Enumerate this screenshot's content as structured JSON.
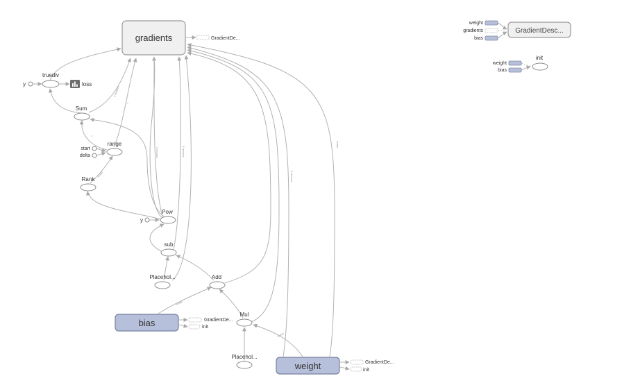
{
  "main_graph": {
    "gradients": "gradients",
    "gradients_ref": "GradientDe...",
    "truediv": "truediv",
    "truediv_input": "y",
    "loss": "loss",
    "sum": "Sum",
    "range": "range",
    "start": "start",
    "delta": "delta",
    "rank": "Rank",
    "pow": "Pow",
    "pow_input": "y",
    "sub": "sub",
    "placeholder_1": "Placehol...",
    "add": "Add",
    "bias": "bias",
    "bias_ref_1": "GradientDe...",
    "bias_ref_2": "init",
    "mul": "Mul",
    "placeholder_2": "Placehol...",
    "weight": "weight",
    "weight_ref_1": "GradientDe...",
    "weight_ref_2": "init"
  },
  "edge_labels": {
    "truediv_grad": "2 tensors",
    "range_grad": "?",
    "sum_range": "?",
    "rank_range": "scalar",
    "pow_grad": "2 tensors",
    "sub_grad": "3 tensors",
    "add_grad": "2 tensors",
    "weight_grad": "scalar",
    "bias_add": "scalar",
    "weight_mul": "scalar"
  },
  "gradient_descent_panel": {
    "node": "GradientDesc...",
    "inputs": [
      "weight",
      "gradients",
      "bias"
    ]
  },
  "init_panel": {
    "node": "init",
    "inputs": [
      "weight",
      "bias"
    ]
  },
  "colors": {
    "namespace_gray": "#f0f0f0",
    "variable_blue": "#b7c0da",
    "edge": "#b2b2b2",
    "summary_icon": "#6d6d6d"
  },
  "icons": {
    "loss": "bar-chart-summary-icon",
    "constant": "constant-circle-icon",
    "variable": "variable-stack-icon",
    "reference": "dashed-reference-icon"
  }
}
